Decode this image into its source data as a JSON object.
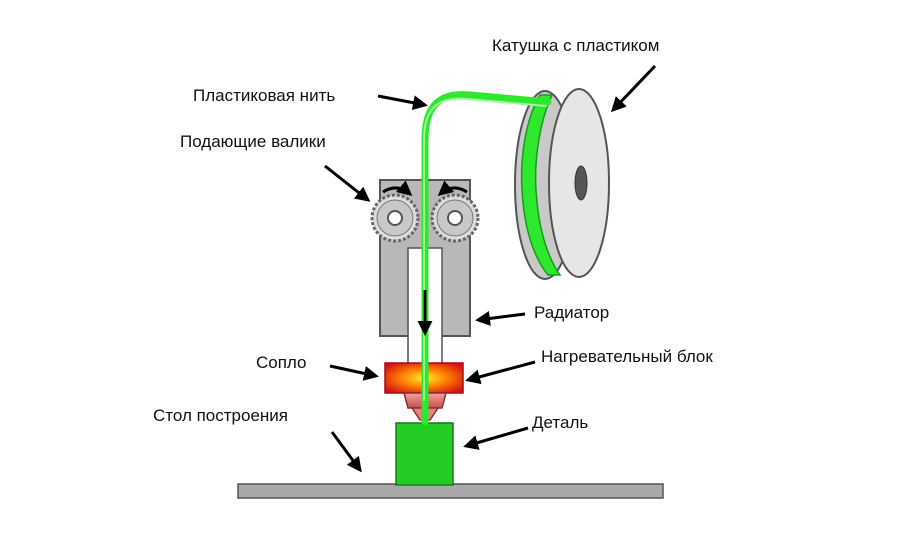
{
  "labels": {
    "spool": "Катушка с пластиком",
    "filament": "Пластиковая нить",
    "rollers": "Подающие валики",
    "radiator": "Радиатор",
    "nozzle": "Сопло",
    "heater_block": "Нагревательный блок",
    "bed": "Стол построения",
    "part": "Деталь"
  },
  "colors": {
    "filament": "#2ee82e",
    "part": "#22cc22",
    "radiator": "#b8b8b8",
    "bed": "#a8a8a8",
    "heater_hot": "#ffee33",
    "heater_mid": "#ff6a00",
    "heater_edge": "#d81515",
    "nozzle_tip": "#e88080"
  }
}
